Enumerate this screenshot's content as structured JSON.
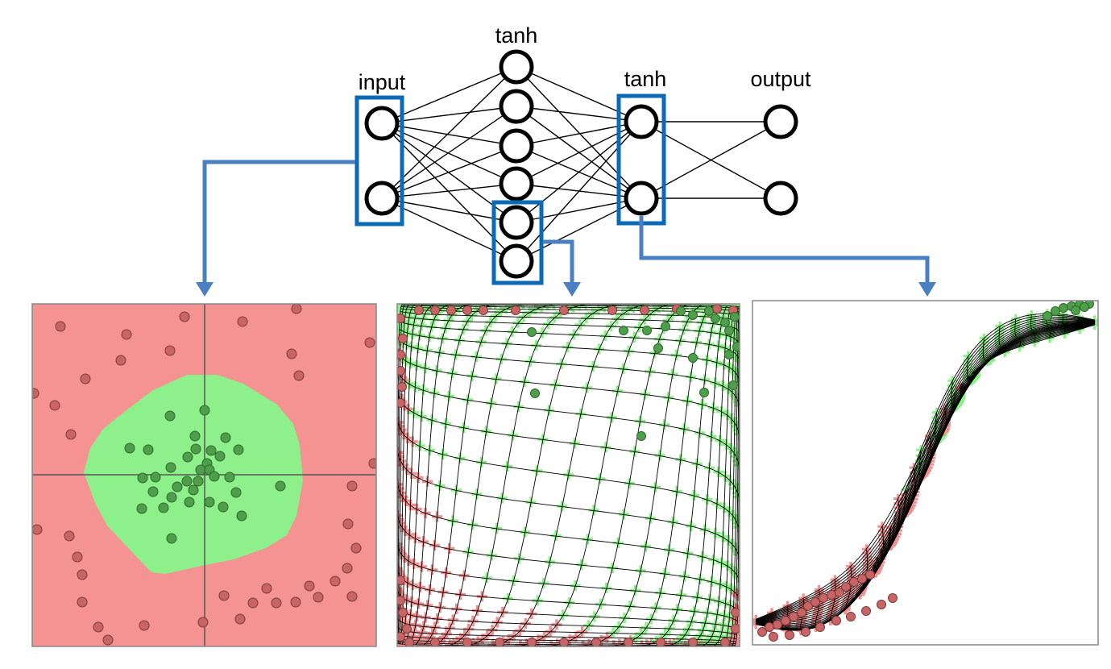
{
  "network": {
    "layers": [
      {
        "label": "input",
        "units": 2,
        "highlighted": true
      },
      {
        "label": "tanh",
        "units": 6,
        "highlighted_units": [
          4,
          5
        ]
      },
      {
        "label": "tanh",
        "units": 2,
        "highlighted": true
      },
      {
        "label": "output",
        "units": 2,
        "highlighted": false
      }
    ]
  },
  "panels": [
    {
      "space": "input",
      "view": "decision regions with input data points"
    },
    {
      "space": "first tanh layer",
      "view": "warped grid with data points"
    },
    {
      "space": "second tanh layer",
      "view": "warped grid with data points"
    }
  ],
  "colors": {
    "highlight_box": "#0b6ab5",
    "arrow": "#4a7fc1",
    "class_outside": "#f59393",
    "class_inside": "#8ef08a",
    "point_outside": "#c96464",
    "point_inside": "#4f9e4b",
    "grid_line": "#000000"
  }
}
